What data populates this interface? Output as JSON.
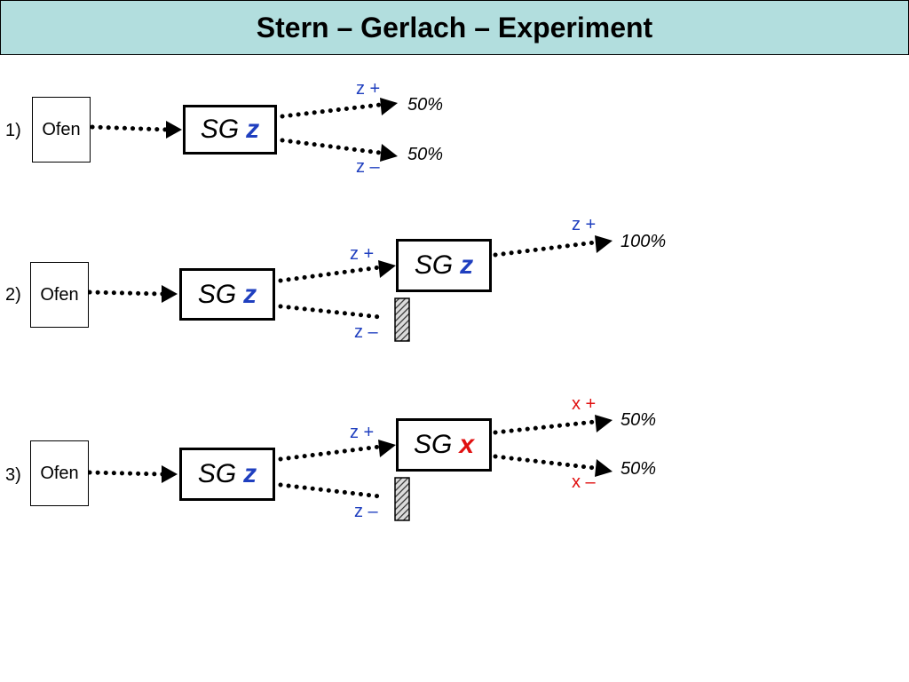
{
  "title": "Stern – Gerlach – Experiment",
  "colors": {
    "blue": "#1f3fbf",
    "red": "#e01010",
    "title_bg": "#b2dede"
  },
  "oven_label": "Ofen",
  "sg_prefix": "SG",
  "rows": [
    {
      "number": "1)",
      "sg1_axis": "z",
      "plus_label": "z +",
      "minus_label": "z –",
      "out_plus": "50%",
      "out_minus": "50%"
    },
    {
      "number": "2)",
      "sg1_axis": "z",
      "plus_label": "z +",
      "minus_label": "z –",
      "sg2_axis": "z",
      "sg2_plus_label": "z +",
      "out_plus": "100%"
    },
    {
      "number": "3)",
      "sg1_axis": "z",
      "plus_label": "z +",
      "minus_label": "z –",
      "sg2_axis": "x",
      "sg2_plus_label": "x +",
      "sg2_minus_label": "x –",
      "out_plus": "50%",
      "out_minus": "50%"
    }
  ]
}
